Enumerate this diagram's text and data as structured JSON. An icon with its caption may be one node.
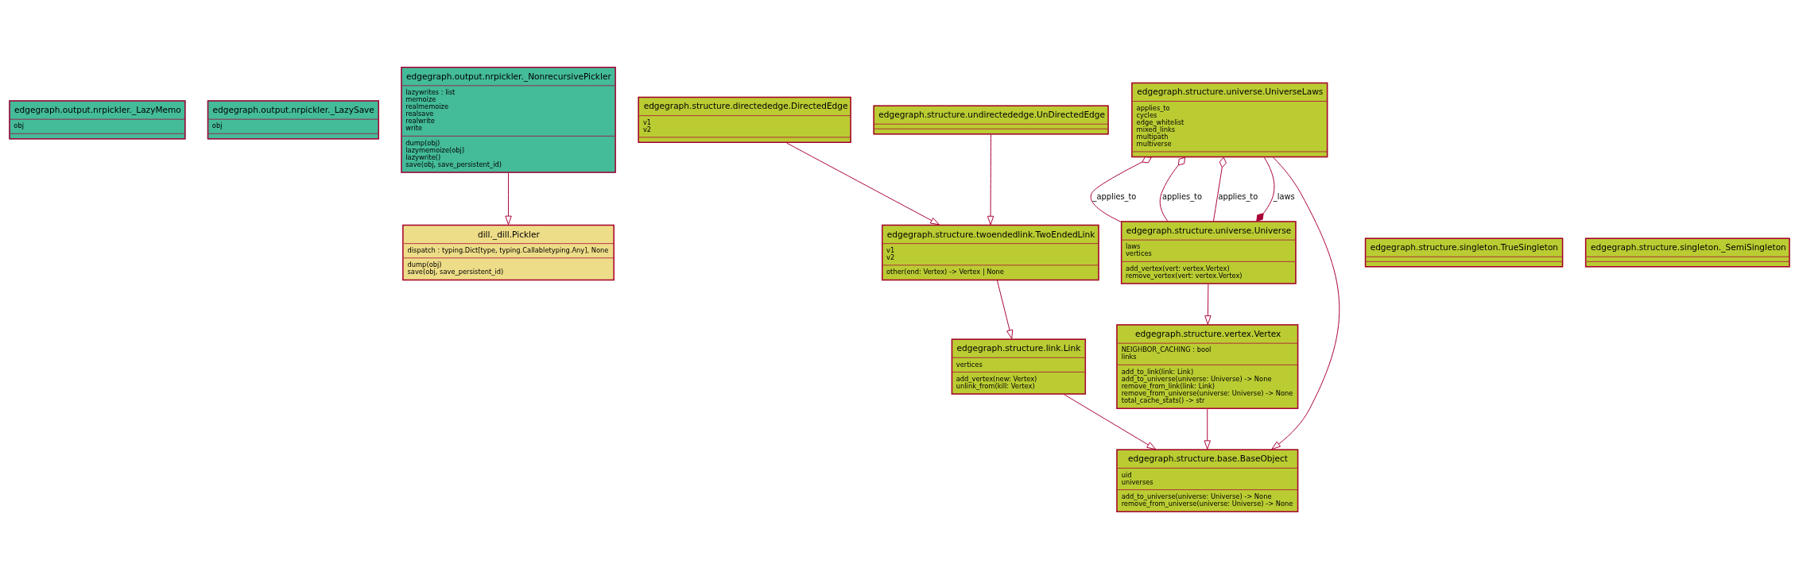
{
  "diagram": {
    "nodes": [
      {
        "text": [
          "edgegraph.output.nrpickler._LazyMemo",
          "obj"
        ]
      },
      {
        "text": [
          "edgegraph.output.nrpickler._LazySave",
          "obj"
        ]
      },
      {
        "text": [
          "edgegraph.output.nrpickler._NonrecursivePickler",
          "lazywrites : list",
          "memoize",
          "realmemoize",
          "realsave",
          "realwrite",
          "write",
          "dump(obj)",
          "lazymemoize(obj)",
          "lazywrite()",
          "save(obj, save_persistent_id)"
        ]
      },
      {
        "text": [
          "edgegraph.structure.directededge.DirectedEdge",
          "v1",
          "v2"
        ]
      },
      {
        "text": [
          "edgegraph.structure.undirectededge.UnDirectedEdge"
        ]
      },
      {
        "text": [
          "edgegraph.structure.universe.UniverseLaws",
          "applies_to",
          "cycles",
          "edge_whitelist",
          "mixed_links",
          "multipath",
          "multiverse"
        ]
      },
      {
        "text": [
          "edgegraph.structure.singleton.TrueSingleton"
        ]
      },
      {
        "text": [
          "edgegraph.structure.singleton._SemiSingleton"
        ]
      },
      {
        "text": [
          "dill._dill.Pickler",
          "dispatch : typing.Dict[type, typing.Callabletyping.Any], None",
          "dump(obj)",
          "save(obj, save_persistent_id)"
        ]
      },
      {
        "text": [
          "edgegraph.structure.twoendedlink.TwoEndedLink",
          "v1",
          "v2",
          "other(end: Vertex) -> Vertex | None"
        ]
      },
      {
        "text": [
          "edgegraph.structure.universe.Universe",
          "laws",
          "vertices",
          "add_vertex(vert: vertex.Vertex)",
          "remove_vertex(vert: vertex.Vertex)"
        ]
      },
      {
        "text": [
          "edgegraph.structure.link.Link",
          "vertices",
          "add_vertex(new: Vertex)",
          "unlink_from(kill: Vertex)"
        ]
      },
      {
        "text": [
          "edgegraph.structure.vertex.Vertex",
          "NEIGHBOR_CACHING : bool",
          "links",
          "add_to_link(link: Link)",
          "add_to_universe(universe: Universe) -> None",
          "remove_from_link(link: Link)",
          "remove_from_universe(universe: Universe) -> None",
          "total_cache_stats() -> str"
        ]
      },
      {
        "text": [
          "edgegraph.structure.base.BaseObject",
          "uid",
          "universes",
          "add_to_universe(universe: Universe) -> None",
          "remove_from_universe(universe: Universe) -> None"
        ]
      }
    ],
    "edges": [
      {
        "from": 2,
        "to": 8,
        "arrow": "to"
      },
      {
        "from": 3,
        "to": 9,
        "arrow": "to"
      },
      {
        "from": 4,
        "to": 9,
        "arrow": "to"
      },
      {
        "from": 5,
        "to": 10,
        "arrow": "other",
        "label": "_laws"
      },
      {
        "from": 5,
        "to": 10,
        "arrow": "other",
        "label": "_applies_to"
      },
      {
        "from": 5,
        "to": 10,
        "arrow": "other",
        "label": "applies_to"
      },
      {
        "from": 5,
        "to": 10,
        "arrow": "other",
        "label": "applies_to"
      },
      {
        "from": 5,
        "to": 13,
        "arrow": "to"
      },
      {
        "from": 9,
        "to": 11,
        "arrow": "to"
      },
      {
        "from": 10,
        "to": 12,
        "arrow": "to"
      },
      {
        "from": 11,
        "to": 13,
        "arrow": "to"
      },
      {
        "from": 12,
        "to": 13,
        "arrow": "to"
      }
    ]
  }
}
